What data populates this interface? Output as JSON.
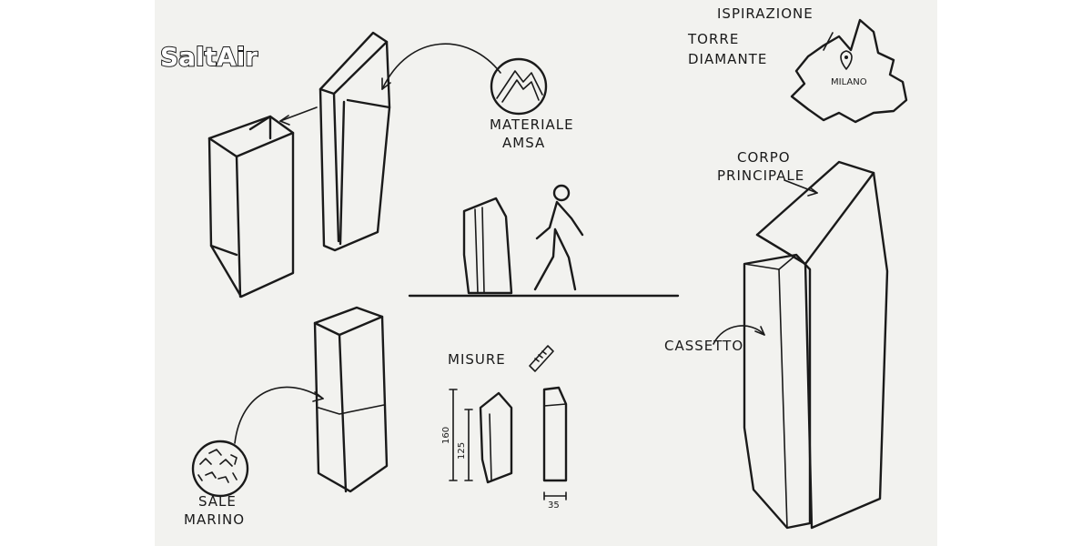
{
  "logo": "SaltAir",
  "labels": {
    "materiale_line1": "MATERIALE",
    "materiale_line2": "AMSA",
    "ispirazione": "ISPIRAZIONE",
    "torre": "TORRE",
    "diamante": "DIAMANTE",
    "milano": "MILANO",
    "corpo": "CORPO",
    "principale": "PRINCIPALE",
    "cassetto": "CASSETTO",
    "misure": "MISURE",
    "sale": "SALE",
    "marino": "MARINO"
  },
  "dimensions": {
    "height_total": "160",
    "height_body": "125",
    "width": "35"
  },
  "icons": [
    "mountain-icon",
    "ruler-icon",
    "map-pin-icon",
    "person-walking-icon",
    "salt-crystals-icon"
  ]
}
